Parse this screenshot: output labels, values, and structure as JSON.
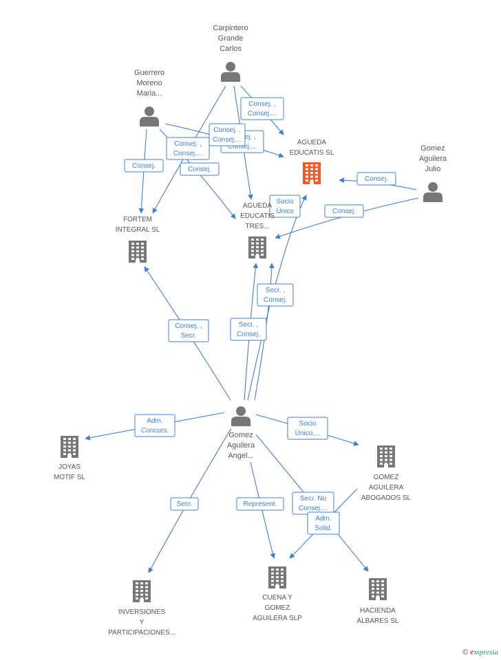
{
  "colors": {
    "edge": "#3d7fd6",
    "company": "#777777",
    "company_focus": "#f05a28",
    "person": "#777777"
  },
  "nodes": [
    {
      "id": "carpintero",
      "kind": "person",
      "icon": "person-icon",
      "label": [
        "Carpintero",
        "Grande",
        "Carlos"
      ]
    },
    {
      "id": "guerrero",
      "kind": "person",
      "icon": "person-icon",
      "label": [
        "Guerrero",
        "Moreno",
        "Maria..."
      ]
    },
    {
      "id": "gomezjulio",
      "kind": "person",
      "icon": "person-icon",
      "label": [
        "Gomez",
        "Aguilera",
        "Julio"
      ]
    },
    {
      "id": "gomezangel",
      "kind": "person",
      "icon": "person-icon",
      "label": [
        "Gomez",
        "Aguilera",
        "Angel..."
      ]
    },
    {
      "id": "agueda",
      "kind": "company",
      "focus": true,
      "icon": "building-icon",
      "label": [
        "AGUEDA",
        "EDUCATIS SL"
      ]
    },
    {
      "id": "aguedatres",
      "kind": "company",
      "icon": "building-icon",
      "label": [
        "AGUEDA",
        "EDUCATIS",
        "TRES..."
      ]
    },
    {
      "id": "fortem",
      "kind": "company",
      "icon": "building-icon",
      "label": [
        "FORTEM",
        "INTEGRAL SL"
      ]
    },
    {
      "id": "joyas",
      "kind": "company",
      "icon": "building-icon",
      "label": [
        "JOYAS",
        "MOTIF SL"
      ]
    },
    {
      "id": "gomezabog",
      "kind": "company",
      "icon": "building-icon",
      "label": [
        "GOMEZ",
        "AGUILERA",
        "ABOGADOS SL"
      ]
    },
    {
      "id": "inversiones",
      "kind": "company",
      "icon": "building-icon",
      "label": [
        "INVERSIONES",
        "Y",
        "PARTICIPACIONES..."
      ]
    },
    {
      "id": "cuena",
      "kind": "company",
      "icon": "building-icon",
      "label": [
        "CUENA Y",
        "GOMEZ",
        "AGUILERA SLP"
      ]
    },
    {
      "id": "hacienda",
      "kind": "company",
      "icon": "building-icon",
      "label": [
        "HACIENDA",
        "ALBARES SL"
      ]
    }
  ],
  "edges": [
    {
      "from": "carpintero",
      "to": "agueda",
      "label": [
        "Consej. ,",
        "Consej...."
      ]
    },
    {
      "from": "carpintero",
      "to": "aguedatres",
      "label": [
        "Consej. ,",
        "Consej...."
      ]
    },
    {
      "from": "carpintero",
      "to": "fortem",
      "label": [
        "Consej. ,",
        "Consej...."
      ]
    },
    {
      "from": "guerrero",
      "to": "agueda",
      "label": [
        "Consej. ,",
        "Consej...."
      ]
    },
    {
      "from": "guerrero",
      "to": "fortem",
      "label": [
        "Consej."
      ]
    },
    {
      "from": "guerrero",
      "to": "aguedatres",
      "label": [
        "Consej."
      ]
    },
    {
      "from": "gomezjulio",
      "to": "agueda",
      "label": [
        "Consej."
      ]
    },
    {
      "from": "gomezjulio",
      "to": "aguedatres",
      "label": [
        "Consej."
      ]
    },
    {
      "from": "gomezangel",
      "to": "agueda",
      "label": [
        "Socio",
        "Único"
      ]
    },
    {
      "from": "gomezangel",
      "to": "aguedatres",
      "label": [
        "Secr. ,",
        "Consej."
      ]
    },
    {
      "from": "gomezangel",
      "to": "aguedatres",
      "label": [
        "Secr. ,",
        "Consej."
      ]
    },
    {
      "from": "gomezangel",
      "to": "fortem",
      "label": [
        "Consej. ,",
        "Secr."
      ]
    },
    {
      "from": "gomezangel",
      "to": "joyas",
      "label": [
        "Adm.",
        "Concurs."
      ]
    },
    {
      "from": "gomezangel",
      "to": "gomezabog",
      "label": [
        "Socio",
        "Único,..."
      ]
    },
    {
      "from": "gomezangel",
      "to": "inversiones",
      "label": [
        "Secr."
      ]
    },
    {
      "from": "gomezangel",
      "to": "cuena",
      "label": [
        "Represent."
      ]
    },
    {
      "from": "gomezangel",
      "to": "hacienda",
      "label": [
        "Secr.  No",
        "Consej...."
      ]
    },
    {
      "from": "gomezabog",
      "to": "cuena",
      "label": [
        "Adm.",
        "Solid."
      ]
    }
  ],
  "footer": {
    "copyright": "©",
    "brand_initial": "e",
    "brand_rest": "mpresia"
  }
}
